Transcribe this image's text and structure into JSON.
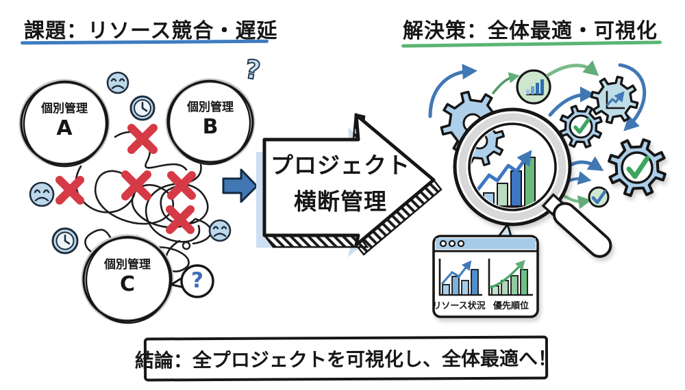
{
  "problem": {
    "title": "課題：リソース競合・遅延",
    "underline_color": "#3e7cc0",
    "nodes": [
      {
        "label": "個別管理",
        "sub": "A"
      },
      {
        "label": "個別管理",
        "sub": "B"
      },
      {
        "label": "個別管理",
        "sub": "C"
      }
    ]
  },
  "solution": {
    "title": "解決策：全体最適・可視化",
    "underline_color": "#5cb574",
    "dashboard": {
      "chart_labels": [
        "リソース状況",
        "優先順位"
      ]
    }
  },
  "transformation": {
    "line1": "プロジェクト",
    "line2": "横断管理"
  },
  "conclusion": {
    "text": "結論：全プロジェクトを可視化し、全体最適へ！"
  },
  "icons": {
    "question_mark": "?"
  },
  "colors": {
    "accent_blue": "#4178b4",
    "light_blue": "#b5d3ea",
    "accent_green": "#5cb574",
    "light_green": "#c6e3c9",
    "check_green": "#3da55f",
    "error_red": "#d63a46",
    "ink": "#161616"
  }
}
